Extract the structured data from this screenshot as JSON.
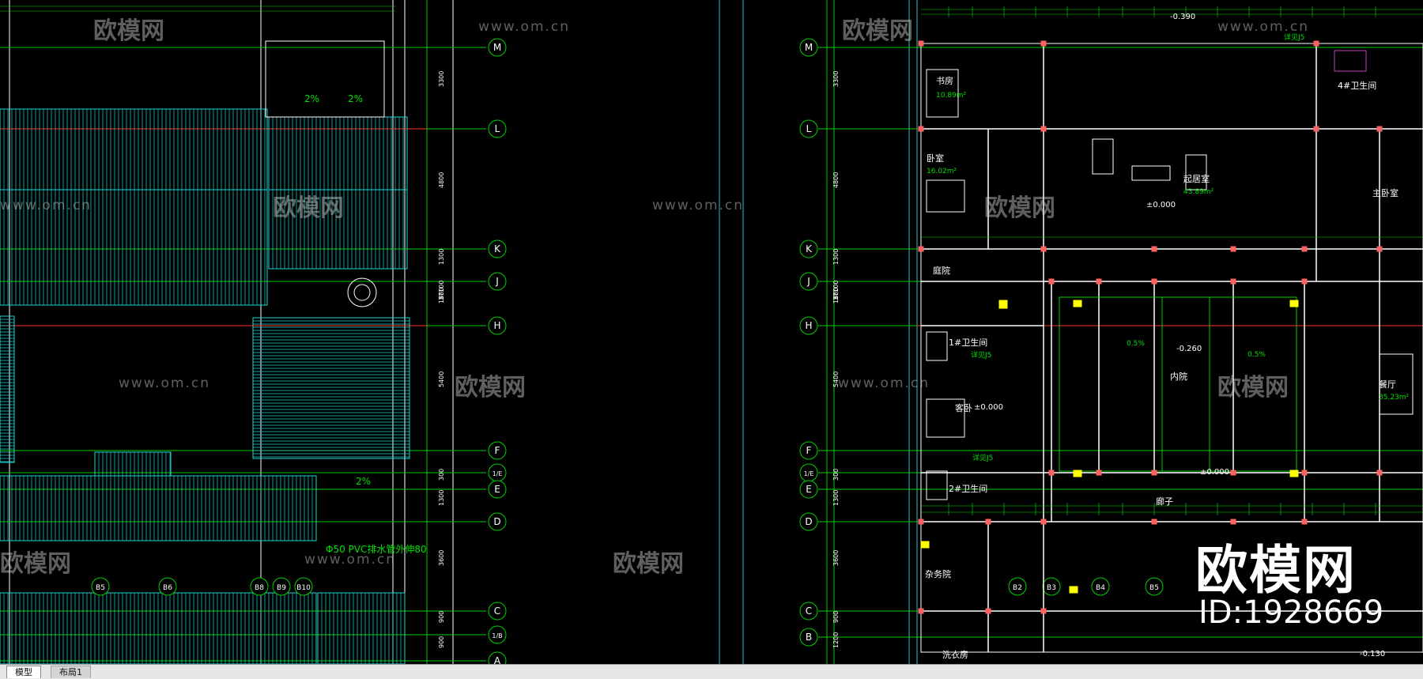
{
  "tabs": [
    {
      "label": "模型",
      "active": true
    },
    {
      "label": "布局1",
      "active": false
    }
  ],
  "grid_axes_left": [
    "M",
    "L",
    "K",
    "J",
    "H",
    "F",
    "1/E",
    "E",
    "D",
    "C",
    "1/B",
    "A"
  ],
  "grid_axes_right": [
    "M",
    "L",
    "K",
    "J",
    "H",
    "F",
    "1/E",
    "E",
    "D",
    "C",
    "B"
  ],
  "column_bubbles_left": [
    "B5",
    "B6",
    "B8",
    "B9",
    "B10"
  ],
  "column_bubbles_right": [
    "B2",
    "B3",
    "B4",
    "B5"
  ],
  "dims_vertical_left": [
    "3300",
    "4800",
    "1300",
    "1800",
    "37100",
    "5400",
    "300",
    "1300",
    "3600",
    "900",
    "900"
  ],
  "dims_vertical_right": [
    "3300",
    "4800",
    "1300",
    "1800",
    "37100",
    "5400",
    "300",
    "1300",
    "3600",
    "900",
    "1200"
  ],
  "rooms": {
    "study": "书房",
    "study_area": "10.89m²",
    "bedroom": "卧室",
    "bedroom_area": "16.02m²",
    "living": "起居室",
    "living_area": "43.89m²",
    "courtyard": "庭院",
    "bath1": "1#卫生间",
    "guest": "客卧",
    "bath2": "2#卫生间",
    "yard": "杂务院",
    "dining": "餐厅",
    "dining_area": "35.23m²",
    "master_bed": "主卧室",
    "corridor": "廊子",
    "patio": "内院",
    "laundry": "洗衣房",
    "bath4": "4#卫生间"
  },
  "levels": {
    "floor": "±0.000",
    "court": "-0.260",
    "roof": "-0.390",
    "low": "-0.130"
  },
  "slopes": [
    "2%",
    "0.5%"
  ],
  "drain_note": "Φ50 PVC排水管外伸80",
  "detail_note": "详见J5",
  "watermark_brand": "欧模网",
  "watermark_url": "www.om.cn",
  "brand_id": "ID:1928669",
  "colors": {
    "roof_tile": "#1fd3d3",
    "wall": "#ffffff",
    "grid_line": "#00d000",
    "axis_line": "#ff3030",
    "dimension": "#00e000",
    "column": "#ff6060",
    "highlight": "#ffff00",
    "room_text": "#ffffff"
  }
}
